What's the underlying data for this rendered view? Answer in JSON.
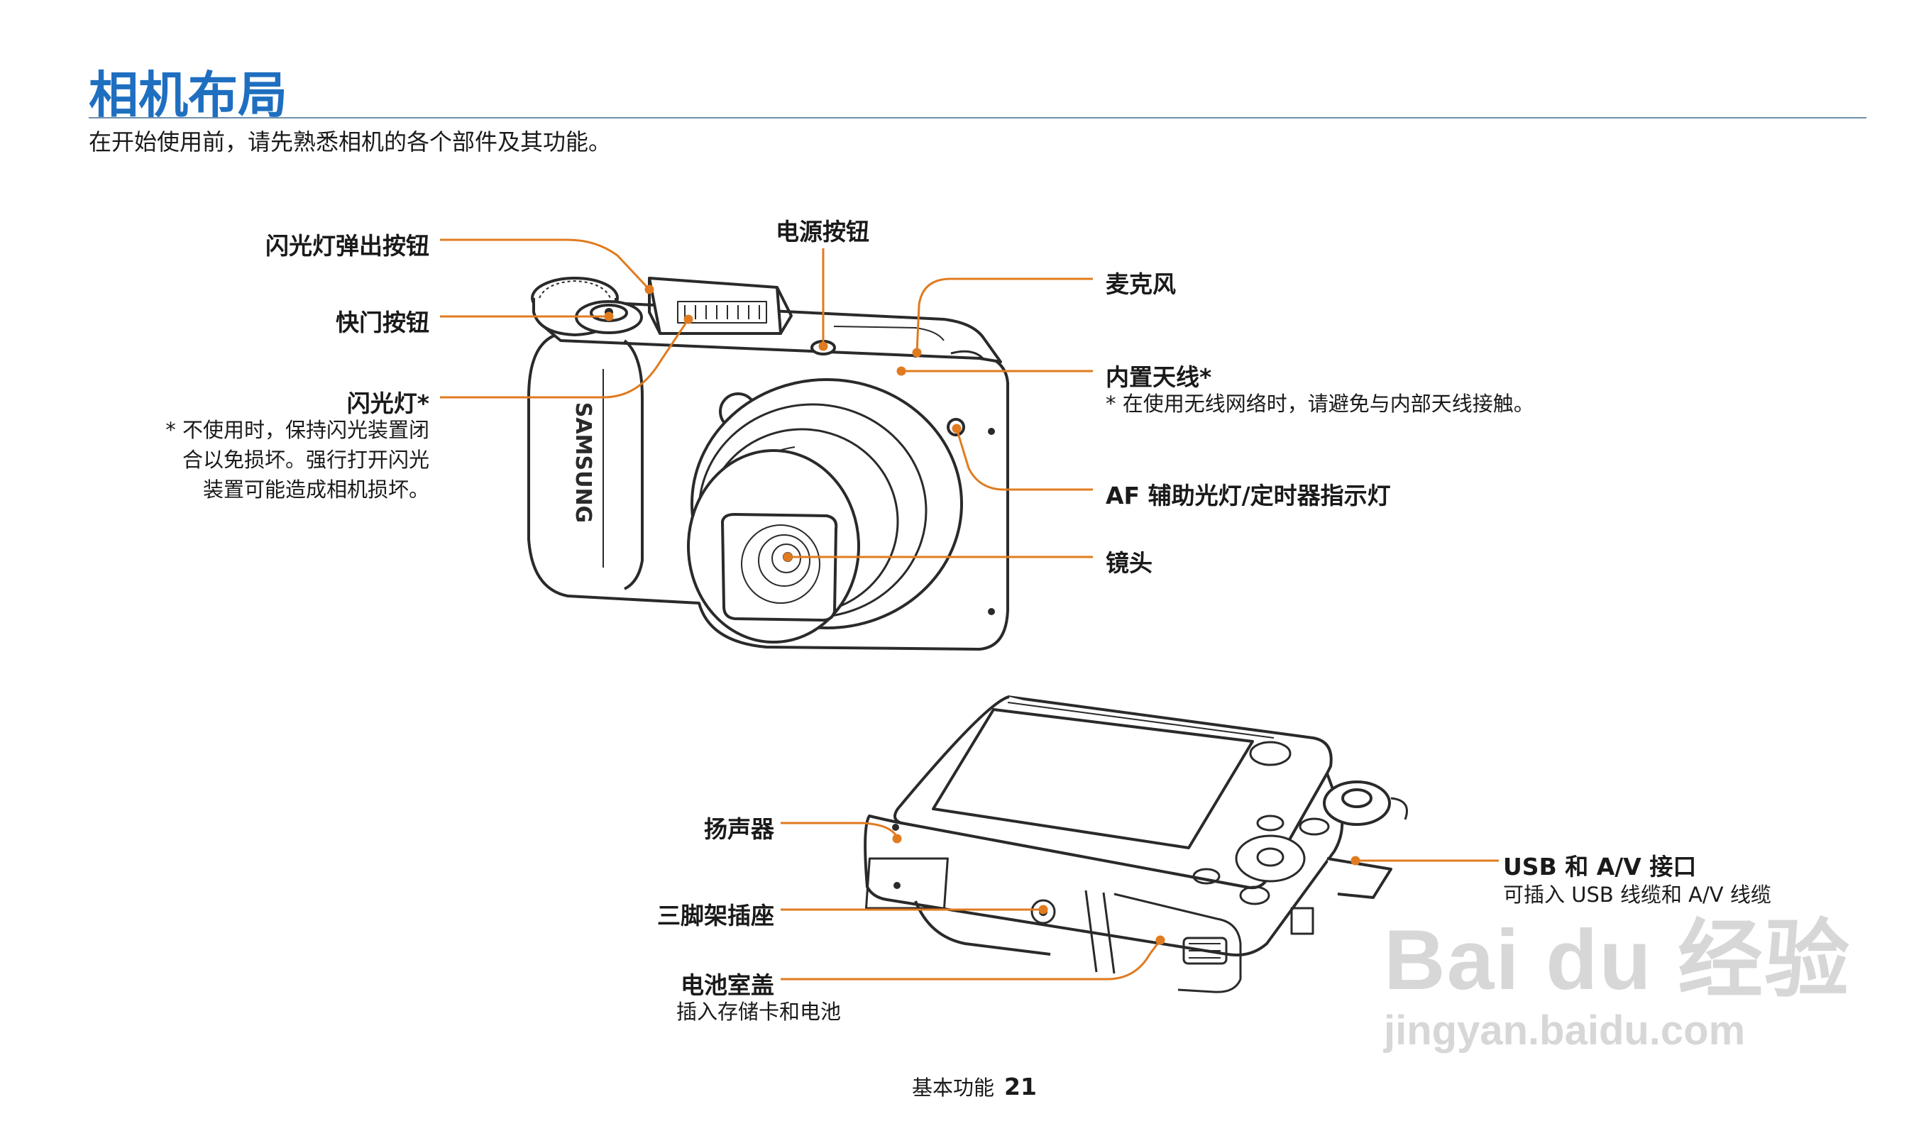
{
  "page": {
    "title": "相机布局",
    "intro": "在开始使用前，请先熟悉相机的各个部件及其功能。",
    "footer_section": "基本功能",
    "footer_page": "21"
  },
  "front_labels": {
    "flash_popup": "闪光灯弹出按钮",
    "shutter": "快门按钮",
    "flash": "闪光灯*",
    "flash_note": [
      "* 不使用时，保持闪光装置闭",
      "合以免损坏。强行打开闪光",
      "装置可能造成相机损坏。"
    ],
    "power": "电源按钮",
    "mic": "麦克风",
    "antenna": "内置天线*",
    "antenna_note": "* 在使用无线网络时，请避免与内部天线接触。",
    "af_lamp": "AF 辅助光灯/定时器指示灯",
    "lens": "镜头",
    "brand": "SAMSUNG"
  },
  "back_labels": {
    "speaker": "扬声器",
    "tripod": "三脚架插座",
    "battery": "电池室盖",
    "battery_note": "插入存储卡和电池",
    "usb": "USB 和 A/V 接口",
    "usb_note": "可插入 USB 线缆和 A/V 线缆"
  },
  "watermark": {
    "line1": "Bai du 经验",
    "line2": "jingyan.baidu.com"
  },
  "colors": {
    "title": "#1f6fc0",
    "callout": "#e07b1f",
    "line_art": "#2a2a2a"
  }
}
